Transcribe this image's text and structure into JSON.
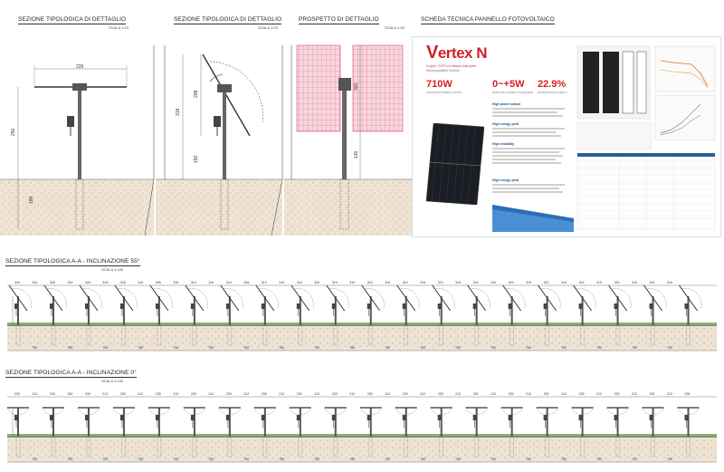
{
  "titles": {
    "sezione_dettaglio_1": "SEZIONE TIPOLOGICA DI DETTAGLIO",
    "sezione_dettaglio_2": "SEZIONE TIPOLOGICA DI DETTAGLIO",
    "prospetto": "PROSPETTO DI DETTAGLIO",
    "scheda": "SCHEDA TECNICA PANNELLO FOTOVOLTAICO",
    "sezione_55": "SEZIONE TIPOLOGICA A-A - INCLINAZIONE 55°",
    "sezione_0": "SEZIONE TIPOLOGICA A-A - INCLINAZIONE 0°"
  },
  "scales": {
    "s1": "SCALA 1:20",
    "s2": "SCALA 1:20",
    "s3": "SCALA 1:20",
    "s55": "SCALA 1:100",
    "s0": "SCALA 1:100"
  },
  "dims": {
    "panel_width": "239",
    "pole_height": "250",
    "foundation": "180",
    "height_208": "208",
    "height_318": "318",
    "height_150": "150",
    "height_320": "320",
    "height_130": "130"
  },
  "datasheet": {
    "brand": "ertex N",
    "brand_first": "V",
    "subtitle1": "N-type i-TOPCon bifacial dual glass",
    "subtitle2": "Monocrystalline Module",
    "spec1_value": "710W",
    "spec1_label": "MAXIMUM POWER OUTPUT",
    "spec2_value": "0~+5W",
    "spec2_label": "POSITIVE POWER TOLERANCE",
    "spec3_value": "22.9%",
    "spec3_label": "MAXIMUM EFFICIENCY",
    "feat1": "High power output",
    "feat2": "High energy yield",
    "feat3": "High reliability",
    "feat4": "High energy yield"
  },
  "colors": {
    "accent_red": "#d41f26",
    "panel_pink": "#e04a6a",
    "soil": "#efe3d4",
    "grass": "#6e9e4e"
  },
  "rows": {
    "row55_top_labels": [
      "319",
      "319",
      "325",
      "319",
      "326",
      "319",
      "318",
      "319",
      "326",
      "319",
      "319",
      "319",
      "319",
      "326",
      "319",
      "319",
      "319",
      "320",
      "319",
      "319",
      "319",
      "319",
      "319",
      "319",
      "319",
      "319",
      "319",
      "319",
      "319",
      "319",
      "322",
      "319",
      "319",
      "319",
      "319",
      "319",
      "319",
      "319"
    ],
    "row0_top_labels": [
      "239",
      "212",
      "239",
      "239",
      "239",
      "212",
      "239",
      "212",
      "239",
      "212",
      "239",
      "212",
      "239",
      "212",
      "239",
      "212",
      "239",
      "212",
      "239",
      "212",
      "239",
      "212",
      "239",
      "212",
      "239",
      "212",
      "239",
      "212",
      "239",
      "212",
      "239",
      "212",
      "239",
      "212",
      "239",
      "212",
      "239",
      "212",
      "239",
      "212"
    ],
    "row55_ground_labels": [
      "750",
      "750",
      "750",
      "750",
      "750",
      "750",
      "750",
      "750",
      "750",
      "750",
      "750",
      "750",
      "750",
      "750",
      "750",
      "750",
      "750",
      "750",
      "750"
    ],
    "row0_ground_labels": [
      "750",
      "750",
      "750",
      "750",
      "750",
      "750",
      "750",
      "750",
      "750",
      "750",
      "750",
      "750",
      "750",
      "750",
      "750",
      "750",
      "750",
      "750",
      "750"
    ]
  }
}
